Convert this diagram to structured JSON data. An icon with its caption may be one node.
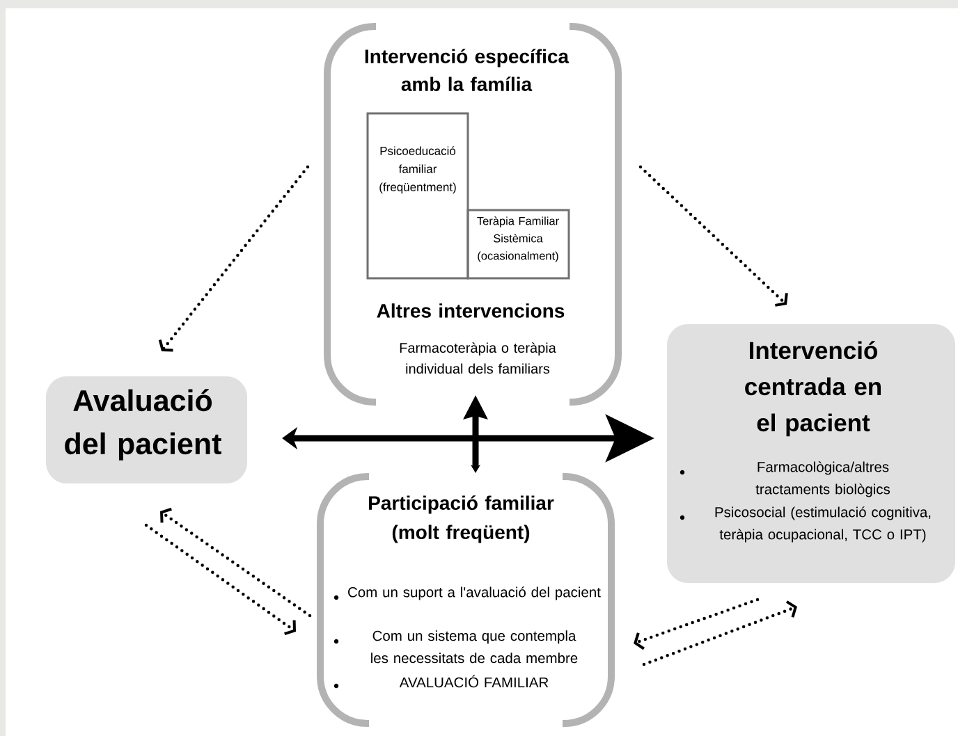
{
  "diagram": {
    "nodes": [
      {
        "text": [
          "Intervenció específica amb la família",
          "Altres intervencions",
          "Farmacoteràpia o teràpia individual dels familiars"
        ]
      },
      {
        "text": [
          "Psicoeducació familiar (freqüentment)"
        ],
        "in": 0
      },
      {
        "text": [
          "Teràpia Familiar Sistèmica (ocasionalment)"
        ],
        "in": 0
      },
      {
        "text": [
          "Avaluació del pacient"
        ]
      },
      {
        "text": [
          "Intervenció centrada en el pacient",
          "Farmacològica/altres tractaments biològics",
          "Psicosocial (estimulació cognitiva, teràpia ocupacional, TCC o IPT)"
        ]
      },
      {
        "text": [
          "Participació familiar (molt freqüent)",
          "Com un suport a l'avaluació del pacient",
          "Com un sistema que contempla les necessitats de cada membre",
          "AVALUACIÓ FAMILIAR"
        ]
      }
    ],
    "edges": [
      {
        "from": 3,
        "to": 4,
        "arrow": "both",
        "style": "thick"
      },
      {
        "from": 5,
        "to": 0,
        "arrow": "both",
        "style": "thick"
      },
      {
        "from": 0,
        "to": 3,
        "arrow": "to",
        "style": "dashed"
      },
      {
        "from": 0,
        "to": 4,
        "arrow": "to",
        "style": "dashed"
      },
      {
        "from": 5,
        "to": 3,
        "arrow": "to",
        "style": "dashed"
      },
      {
        "from": 3,
        "to": 5,
        "arrow": "to",
        "style": "dashed"
      },
      {
        "from": 4,
        "to": 5,
        "arrow": "to",
        "style": "dashed"
      },
      {
        "from": 5,
        "to": 4,
        "arrow": "to",
        "style": "dashed"
      }
    ]
  }
}
